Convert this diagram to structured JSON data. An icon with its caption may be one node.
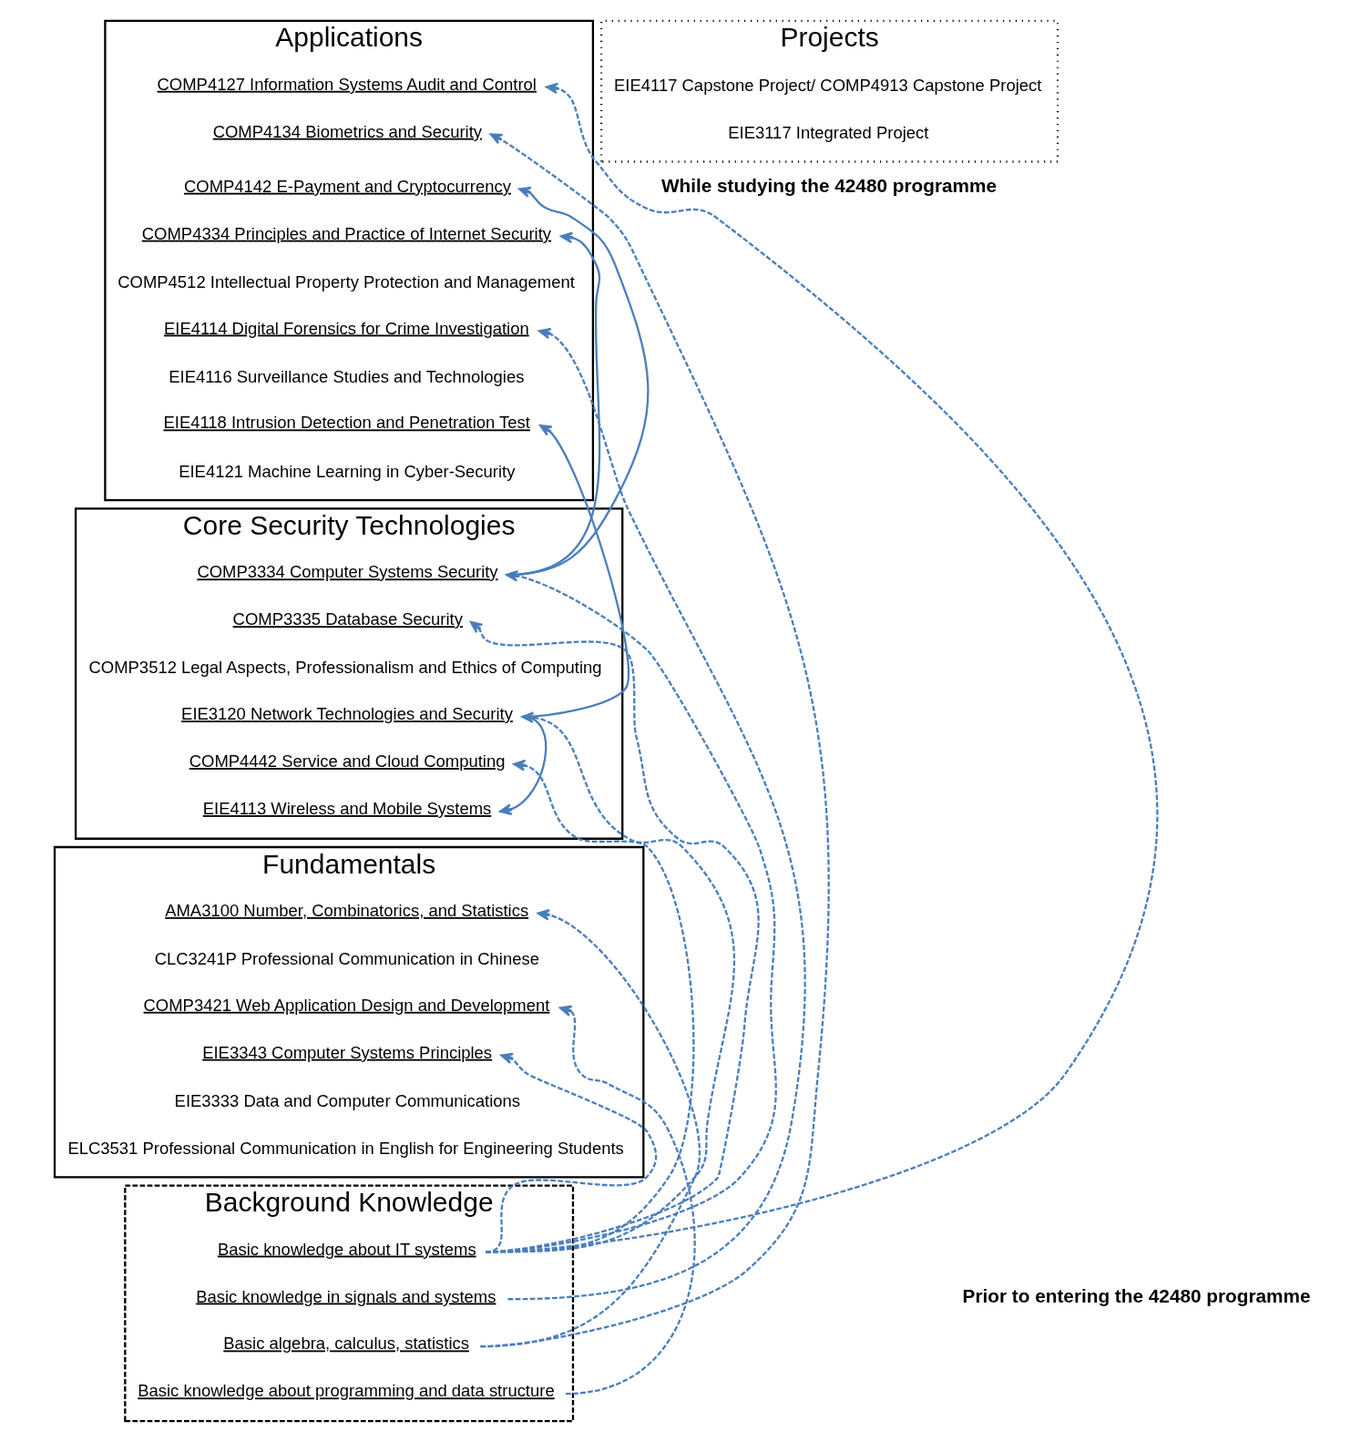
{
  "diagram": {
    "nodes": [
      {
        "text": [
          "Applications"
        ]
      },
      {
        "text": [
          "COMP4127 Information Systems Audit and Control"
        ],
        "in": 0
      },
      {
        "text": [
          "COMP4134 Biometrics and Security"
        ],
        "in": 0
      },
      {
        "text": [
          "COMP4142 E-Payment and Cryptocurrency"
        ],
        "in": 0
      },
      {
        "text": [
          "COMP4334 Principles and Practice of Internet Security"
        ],
        "in": 0
      },
      {
        "text": [
          "COMP4512 Intellectual Property Protection and Management"
        ],
        "in": 0
      },
      {
        "text": [
          "EIE4114 Digital Forensics for Crime Investigation"
        ],
        "in": 0
      },
      {
        "text": [
          "EIE4116 Surveillance Studies and Technologies"
        ],
        "in": 0
      },
      {
        "text": [
          "EIE4118 Intrusion Detection and Penetration Test"
        ],
        "in": 0
      },
      {
        "text": [
          "EIE4121 Machine Learning in Cyber-Security"
        ],
        "in": 0
      },
      {
        "text": [
          "Core Security Technologies"
        ]
      },
      {
        "text": [
          "COMP3334 Computer Systems Security"
        ],
        "in": 10
      },
      {
        "text": [
          "COMP3335 Database Security"
        ],
        "in": 10
      },
      {
        "text": [
          "COMP3512 Legal Aspects, Professionalism and Ethics of Computing"
        ],
        "in": 10
      },
      {
        "text": [
          "EIE3120 Network Technologies and Security"
        ],
        "in": 10
      },
      {
        "text": [
          "COMP4442 Service and Cloud Computing"
        ],
        "in": 10
      },
      {
        "text": [
          "EIE4113 Wireless and Mobile Systems"
        ],
        "in": 10
      },
      {
        "text": [
          "Fundamentals"
        ]
      },
      {
        "text": [
          "AMA3100 Number, Combinatorics, and Statistics"
        ],
        "in": 17
      },
      {
        "text": [
          "CLC3241P Professional Communication in Chinese"
        ],
        "in": 17
      },
      {
        "text": [
          "COMP3421 Web Application Design and Development"
        ],
        "in": 17
      },
      {
        "text": [
          "EIE3343 Computer Systems Principles"
        ],
        "in": 17
      },
      {
        "text": [
          "EIE3333 Data and Computer Communications"
        ],
        "in": 17
      },
      {
        "text": [
          "ELC3531 Professional Communication in English for Engineering Students"
        ],
        "in": 17
      },
      {
        "text": [
          "Projects"
        ]
      },
      {
        "text": [
          "EIE4117 Capstone Project/ COMP4913 Capstone Project"
        ],
        "in": 24
      },
      {
        "text": [
          "EIE3117 Integrated Project"
        ],
        "in": 24
      },
      {
        "text": [
          "Background Knowledge"
        ]
      },
      {
        "text": [
          "Basic knowledge about IT systems"
        ],
        "in": 27
      },
      {
        "text": [
          "Basic knowledge in signals and systems"
        ],
        "in": 27
      },
      {
        "text": [
          "Basic algebra, calculus, statistics"
        ],
        "in": 27
      },
      {
        "text": [
          "Basic knowledge about programming and data structure"
        ],
        "in": 27
      }
    ],
    "edges": [
      {
        "from": 11,
        "to": 3,
        "arrow": "to"
      },
      {
        "from": 11,
        "to": 4,
        "arrow": "to"
      },
      {
        "from": 14,
        "to": 8,
        "arrow": "to"
      },
      {
        "from": 14,
        "to": 16,
        "arrow": "to"
      },
      {
        "from": 28,
        "to": 1,
        "arrow": "to",
        "style": "dashed"
      },
      {
        "from": 30,
        "to": 2,
        "arrow": "to",
        "style": "dashed"
      },
      {
        "from": 29,
        "to": 6,
        "arrow": "to",
        "style": "dashed"
      },
      {
        "from": 28,
        "to": 11,
        "arrow": "to",
        "style": "dashed"
      },
      {
        "from": 28,
        "to": 12,
        "arrow": "to",
        "style": "dashed"
      },
      {
        "from": 28,
        "to": 14,
        "arrow": "to",
        "style": "dashed"
      },
      {
        "from": 28,
        "to": 15,
        "arrow": "to",
        "style": "dashed"
      },
      {
        "from": 30,
        "to": 18,
        "arrow": "to",
        "style": "dashed"
      },
      {
        "from": 31,
        "to": 20,
        "arrow": "to",
        "style": "dashed"
      },
      {
        "from": 28,
        "to": 21,
        "arrow": "to",
        "style": "dashed"
      }
    ],
    "labels": [
      "While studying the 42480 programme",
      "Prior to entering the 42480 programme"
    ]
  }
}
